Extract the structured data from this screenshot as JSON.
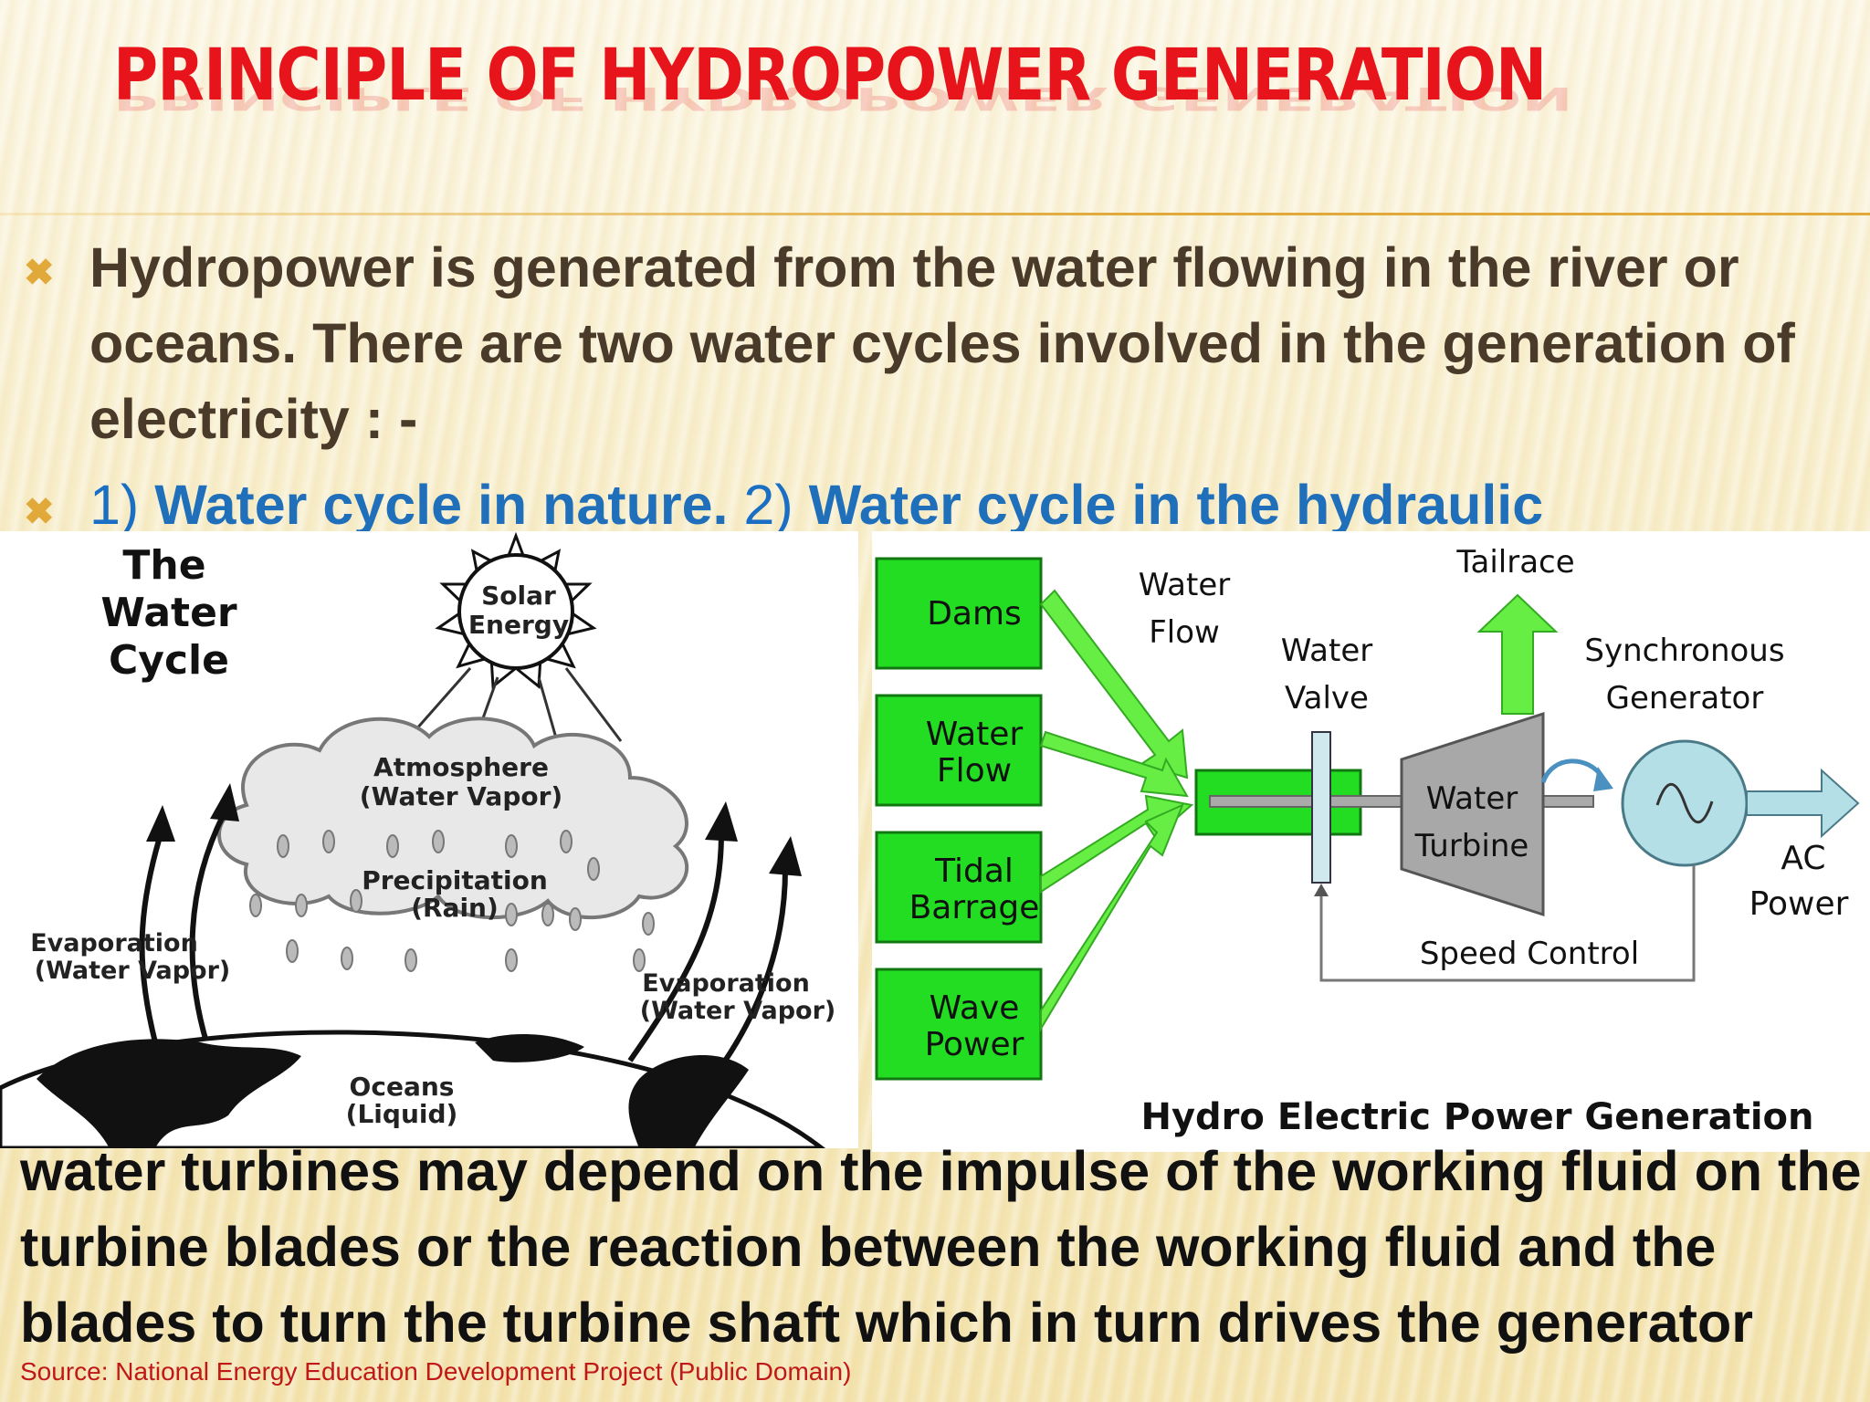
{
  "slide": {
    "title": "PRINCIPLE OF HYDROPOWER GENERATION",
    "bullet1": "Hydropower is generated from the water flowing in the river or oceans. There are two water cycles involved in the generation of electricity : -",
    "bullet2": {
      "n1": "1) ",
      "t1": "Water cycle in nature.",
      "n2": " 2) ",
      "t2": "Water cycle in the hydraulic"
    },
    "lower_text": "water turbines may depend on the impulse of the working fluid on the turbine blades or the reaction between the working fluid and the blades to turn the turbine shaft which in turn drives the generator",
    "source": "Source: National Energy Education Development Project (Public Domain)"
  },
  "water_cycle": {
    "title_l1": "The",
    "title_l2": "Water",
    "title_l3": "Cycle",
    "sun_l1": "Solar",
    "sun_l2": "Energy",
    "atm_l1": "Atmosphere",
    "atm_l2": "(Water Vapor)",
    "precip_l1": "Precipitation",
    "precip_l2": "(Rain)",
    "evap_left_l1": "Evaporation",
    "evap_left_l2": "(Water Vapor)",
    "evap_right_l1": "Evaporation",
    "evap_right_l2": "(Water Vapor)",
    "oceans_l1": "Oceans",
    "oceans_l2": "(Liquid)"
  },
  "hydro_diagram": {
    "sources": [
      {
        "l1": "Dams",
        "l2": ""
      },
      {
        "l1": "Water",
        "l2": "Flow"
      },
      {
        "l1": "Tidal",
        "l2": "Barrage"
      },
      {
        "l1": "Wave",
        "l2": "Power"
      }
    ],
    "water_flow_l1": "Water",
    "water_flow_l2": "Flow",
    "tailrace": "Tailrace",
    "water_valve_l1": "Water",
    "water_valve_l2": "Valve",
    "turbine_l1": "Water",
    "turbine_l2": "Turbine",
    "generator_l1": "Synchronous",
    "generator_l2": "Generator",
    "ac_l1": "AC",
    "ac_l2": "Power",
    "speed_control": "Speed Control",
    "caption": "Hydro Electric Power Generation",
    "colors": {
      "green": "#22dd22",
      "arrow_green": "#66ee44",
      "turbine_gray": "#a8a8a8",
      "gen_blue": "#b5dfe6"
    }
  }
}
